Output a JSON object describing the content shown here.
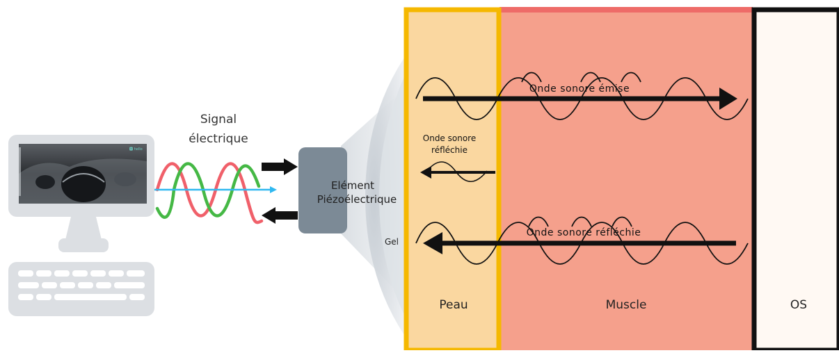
{
  "labels": {
    "signal_line1": "Signal",
    "signal_line2": "électrique",
    "element_line1": "Elément",
    "element_line2": "Piézoélectrique",
    "gel": "Gel",
    "onde_emise": "Onde sonore émise",
    "onde_reflechie_line1": "Onde sonore",
    "onde_reflechie_line2": "réfléchie",
    "onde_reflechie_bottom": "Onde sonore réfléchie",
    "peau": "Peau",
    "muscle": "Muscle",
    "os": "OS"
  },
  "monitor_logo": "🅼 hello",
  "colors": {
    "peau_fill": "#FAD7A0",
    "peau_border": "#F5B800",
    "muscle_fill": "#F5A08C",
    "muscle_top": "#EE6B68",
    "os_fill": "#FFF9F3",
    "os_border": "#111111",
    "wave_red": "#F0606A",
    "wave_green": "#45B845",
    "wave_blue": "#2FB8F0",
    "computer_gray": "#DCDFE3",
    "transducer": "#7C8A96"
  }
}
